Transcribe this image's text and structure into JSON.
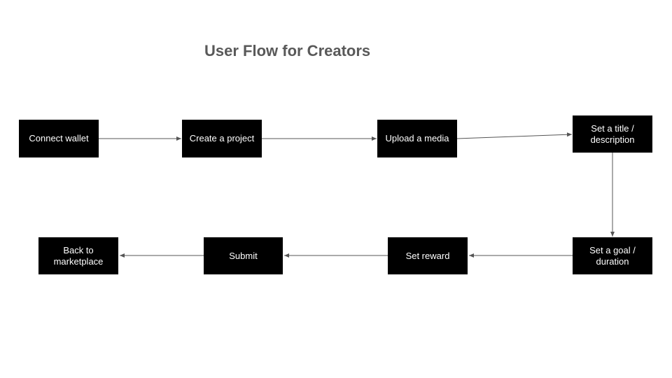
{
  "diagram": {
    "title": "User Flow for Creators",
    "steps": [
      {
        "id": "connect-wallet",
        "label": "Connect wallet"
      },
      {
        "id": "create-project",
        "label": "Create a project"
      },
      {
        "id": "upload-media",
        "label": "Upload a media"
      },
      {
        "id": "set-title",
        "label": "Set a title / description"
      },
      {
        "id": "set-goal",
        "label": "Set a goal / duration"
      },
      {
        "id": "set-reward",
        "label": "Set reward"
      },
      {
        "id": "submit",
        "label": "Submit"
      },
      {
        "id": "back-to-marketplace",
        "label": "Back to marketplace"
      }
    ],
    "edges": [
      {
        "from": "connect-wallet",
        "to": "create-project"
      },
      {
        "from": "create-project",
        "to": "upload-media"
      },
      {
        "from": "upload-media",
        "to": "set-title"
      },
      {
        "from": "set-title",
        "to": "set-goal"
      },
      {
        "from": "set-goal",
        "to": "set-reward"
      },
      {
        "from": "set-reward",
        "to": "submit"
      },
      {
        "from": "submit",
        "to": "back-to-marketplace"
      }
    ],
    "colors": {
      "node_fill": "#000000",
      "node_text": "#ffffff",
      "connector": "#555555",
      "title": "#595959"
    }
  }
}
